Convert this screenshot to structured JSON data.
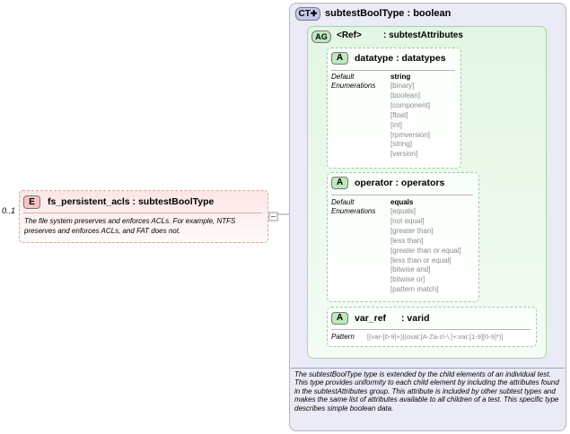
{
  "element": {
    "badge": "E",
    "occurs": "0..1",
    "title": "fs_persistent_acls : subtestBoolType",
    "doc": "The file system preserves and enforces ACLs. For example, NTFS preserves and enforces ACLs, and FAT does not."
  },
  "complex_type": {
    "badge": "CT",
    "title": "subtestBoolType : boolean",
    "doc": "The subtestBoolType type is extended by the child elements of an individual test.  This type provides uniformity to each child element by including the attributes found in the subtestAttributes group.  This attribute is included by other subtest types and makes the same list of attributes available to all children of a test.  This specific type describes simple boolean data."
  },
  "attribute_group": {
    "badge": "AG",
    "ref": "<Ref>",
    "name": ": subtestAttributes"
  },
  "attributes": [
    {
      "badge": "A",
      "title": "datatype : datatypes",
      "default_label": "Default",
      "enum_label": "Enumerations",
      "default": "string",
      "enumerations": [
        "[binary]",
        "[boolean]",
        "[component]",
        "[float]",
        "[int]",
        "[rpmversion]",
        "[string]",
        "[version]"
      ]
    },
    {
      "badge": "A",
      "title": "operator : operators",
      "default_label": "Default",
      "enum_label": "Enumerations",
      "default": "equals",
      "enumerations": [
        "[equals]",
        "[not equal]",
        "[greater than]",
        "[less than]",
        "[greater than or equal]",
        "[less than or equal]",
        "[bitwise and]",
        "[bitwise or]",
        "[pattern match]"
      ]
    },
    {
      "badge": "A",
      "name": "var_ref",
      "type": ": varid",
      "pattern_label": "Pattern",
      "pattern": "[(var-[0-9]+)|(oval:[A-Za-z\\-\\.]+:var:[1-9][0-9]*)]"
    }
  ],
  "colors": {
    "element_fill": "#fbe4e4",
    "element_border": "#e8a0a0",
    "ct_fill": "#ebebf7",
    "ct_border": "#b4b4cc",
    "ag_fill": "#e3f6e3",
    "ag_border": "#a4d6a4",
    "attr_fill": "#ffffff",
    "badge_e": "#f7c4c4",
    "badge_ct": "#c8c8ea",
    "badge_a": "#bfe8bf",
    "connector": "#9a9a9a"
  }
}
